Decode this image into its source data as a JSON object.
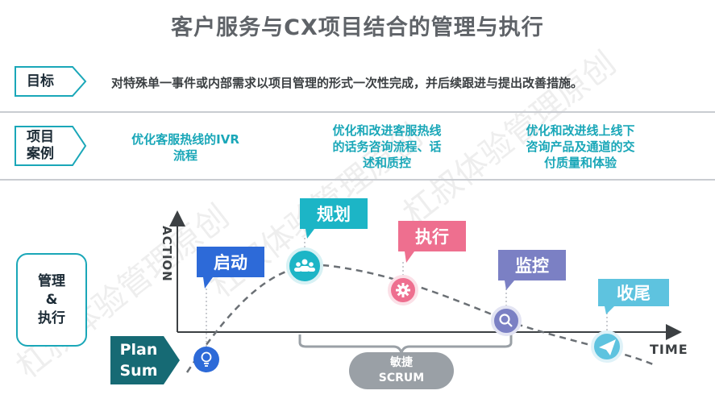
{
  "title": "客户服务与CX项目结合的管理与执行",
  "goal": {
    "tag": "目标",
    "text": "对特殊单一事件或内部需求以项目管理的形式一次性完成，并后续跟进与提出改善措施。"
  },
  "cases": {
    "tag_line1": "项目",
    "tag_line2": "案例",
    "items": [
      {
        "line1": "优化客服热线的IVR",
        "line2": "流程",
        "line3": ""
      },
      {
        "line1": "优化和改进客服热线",
        "line2": "的话务咨询流程、话",
        "line3": "述和质控"
      },
      {
        "line1": "优化和改进线上线下",
        "line2": "咨询产品及通道的交",
        "line3": "付质量和体验"
      }
    ]
  },
  "management": {
    "line1": "管理",
    "line2": "&",
    "line3": "执行"
  },
  "diagram": {
    "plan_sum_line1": "Plan",
    "plan_sum_line2": "Sum",
    "y_axis_label": "ACTION",
    "x_axis_label": "TIME",
    "agile_line1": "敏捷",
    "agile_line2": "SCRUM",
    "phases": [
      {
        "label": "启动",
        "icon": "lightbulb-icon",
        "color": "#2d6ad8"
      },
      {
        "label": "规划",
        "icon": "team-icon",
        "color": "#1cb5c6"
      },
      {
        "label": "执行",
        "icon": "gear-icon",
        "color": "#ee6f8f"
      },
      {
        "label": "监控",
        "icon": "search-icon",
        "color": "#7b80c4"
      },
      {
        "label": "收尾",
        "icon": "paper-plane-icon",
        "color": "#5ec3df"
      }
    ]
  },
  "watermark": "杠叔体验管理原创"
}
